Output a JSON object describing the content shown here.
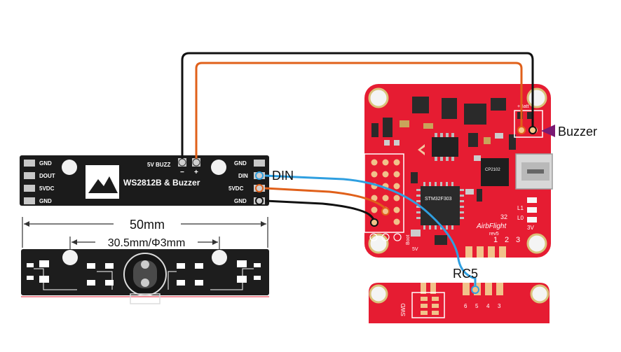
{
  "callouts": {
    "din": "DIN",
    "buzzer": "Buzzer",
    "rc5": "RC5"
  },
  "led_board": {
    "title": "WS2812B & Buzzer",
    "left_pads": [
      "GND",
      "DOUT",
      "5VDC",
      "GND"
    ],
    "right_pads": [
      "GND",
      "DIN",
      "5VDC",
      "GND"
    ],
    "buzz_label": "5V BUZZ",
    "buzz_minus": "−",
    "buzz_plus": "+"
  },
  "dimensions": {
    "width": "50mm",
    "hole": "30.5mm/Φ3mm"
  },
  "fc_board": {
    "batt_label": "+Batt",
    "chip_main": "STM32F303",
    "chip_usb": "CP2102",
    "model_label": "32",
    "brand_label": "AirbFlight",
    "rev_label": "rev5",
    "pin_numbers": [
      "1",
      "2",
      "3"
    ],
    "led_labels": [
      "L1",
      "L0"
    ],
    "v3_label": "3V",
    "boot_label": "Boot",
    "v5_label": "5V",
    "swd_label": "SWD",
    "bottom_pin_numbers": [
      "6",
      "5",
      "4",
      "3"
    ]
  },
  "colors": {
    "wire_black": "#111111",
    "wire_orange": "#e0601a",
    "wire_blue": "#2f9fe0",
    "pcb_red": "#e61c32",
    "pcb_black": "#1b1b1b",
    "arrow_purple": "#7a1a73"
  }
}
